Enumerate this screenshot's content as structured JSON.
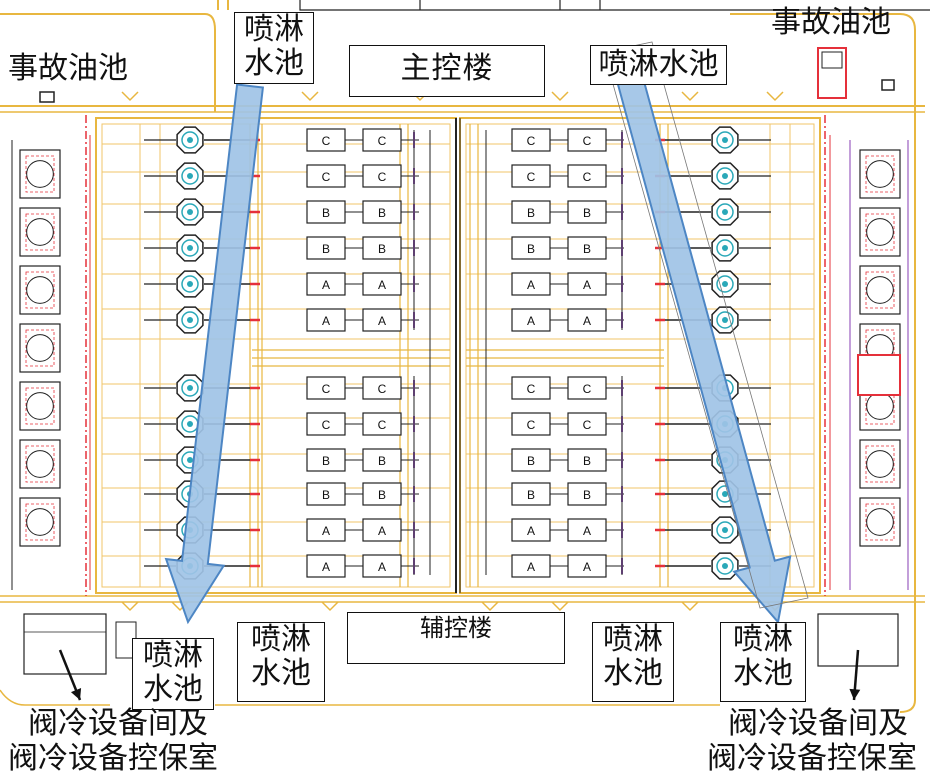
{
  "labels": {
    "accident_pit_left": "事故油池",
    "accident_pit_right": "事故油池",
    "spray_top_left": "喷淋水池",
    "spray_top_right": "喷淋水池",
    "main_control": "主控楼",
    "aux_control": "辅控楼",
    "spray_bottom_1": "喷淋水池",
    "spray_bottom_2": "喷淋水池",
    "spray_bottom_3": "喷淋水池",
    "spray_bottom_4": "喷淋水池",
    "valve_room_left_line1": "阀冷设备间及",
    "valve_room_left_line2": "阀冷设备控保室",
    "valve_room_right_line1": "阀冷设备间及",
    "valve_room_right_line2": "阀冷设备控保室"
  },
  "phase_rows": [
    "C",
    "C",
    "B",
    "B",
    "A",
    "A"
  ],
  "colors": {
    "wall": "#e8b740",
    "grid": "#f0c66a",
    "fence": "#e5303a",
    "pipe": "#222222",
    "equipment": "#222222",
    "cooler": "#2aa8b8",
    "arrow_fill": "#9fc3e6",
    "arrow_stroke": "#4d86c4",
    "accent_purple": "#9b5fc0"
  }
}
